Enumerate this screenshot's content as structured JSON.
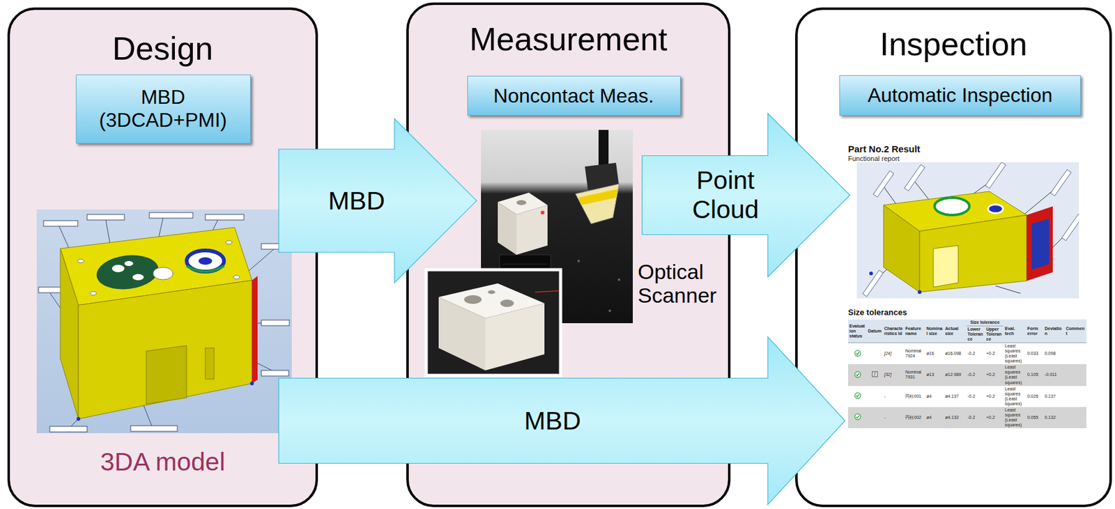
{
  "diagram": {
    "nodes": [
      {
        "text": [
          "Design",
          "3DA model"
        ]
      },
      {
        "text": [
          "MBD (3DCAD+PMI)"
        ],
        "in": 0
      },
      {
        "text": [
          "Measurement"
        ]
      },
      {
        "text": [
          "Noncontact Meas."
        ],
        "in": 2
      },
      {
        "text": [
          "Inspection"
        ]
      },
      {
        "text": [
          "Automatic Inspection"
        ],
        "in": 4
      }
    ],
    "edges": [
      {
        "from": 0,
        "to": 2,
        "arrow": "to",
        "label": "MBD"
      },
      {
        "from": 2,
        "to": 4,
        "arrow": "to",
        "label": "Point Cloud"
      },
      {
        "from": 0,
        "to": 4,
        "arrow": "to",
        "label": "MBD"
      }
    ],
    "labels": [
      "Optical Scanner",
      "Part No.2 Result",
      "Functional report",
      "Size tolerances",
      "Evaluation status",
      "Datum",
      "Characteristics Id",
      "Feature name",
      "Nominal size",
      "Actual size",
      "Size tolerance",
      "Lower Tolerance",
      "Upper Tolerance",
      "Eval. tech",
      "Form error",
      "Deviation",
      "Comment",
      "[24]",
      "Nominal 7924",
      "ø16",
      "ø16.098",
      "-0.2",
      "+0.2",
      "Least squares (Least squares)",
      "0.033",
      "0.098",
      "[32]",
      "Nominal 7931",
      "ø13",
      "ø12.989",
      "-0.2",
      "+0.2",
      "Least squares (Least squares)",
      "0.105",
      "-0.011",
      "-",
      "円柱001",
      "ø4",
      "ø4.137",
      "-0.2",
      "+0.2",
      "Least squares (Least squares)",
      "0.026",
      "0.137",
      "-",
      "円柱002",
      "ø4",
      "ø4.132",
      "-0.2",
      "+0.2",
      "Least squares (Least squares)",
      "0.055",
      "0.132"
    ]
  }
}
